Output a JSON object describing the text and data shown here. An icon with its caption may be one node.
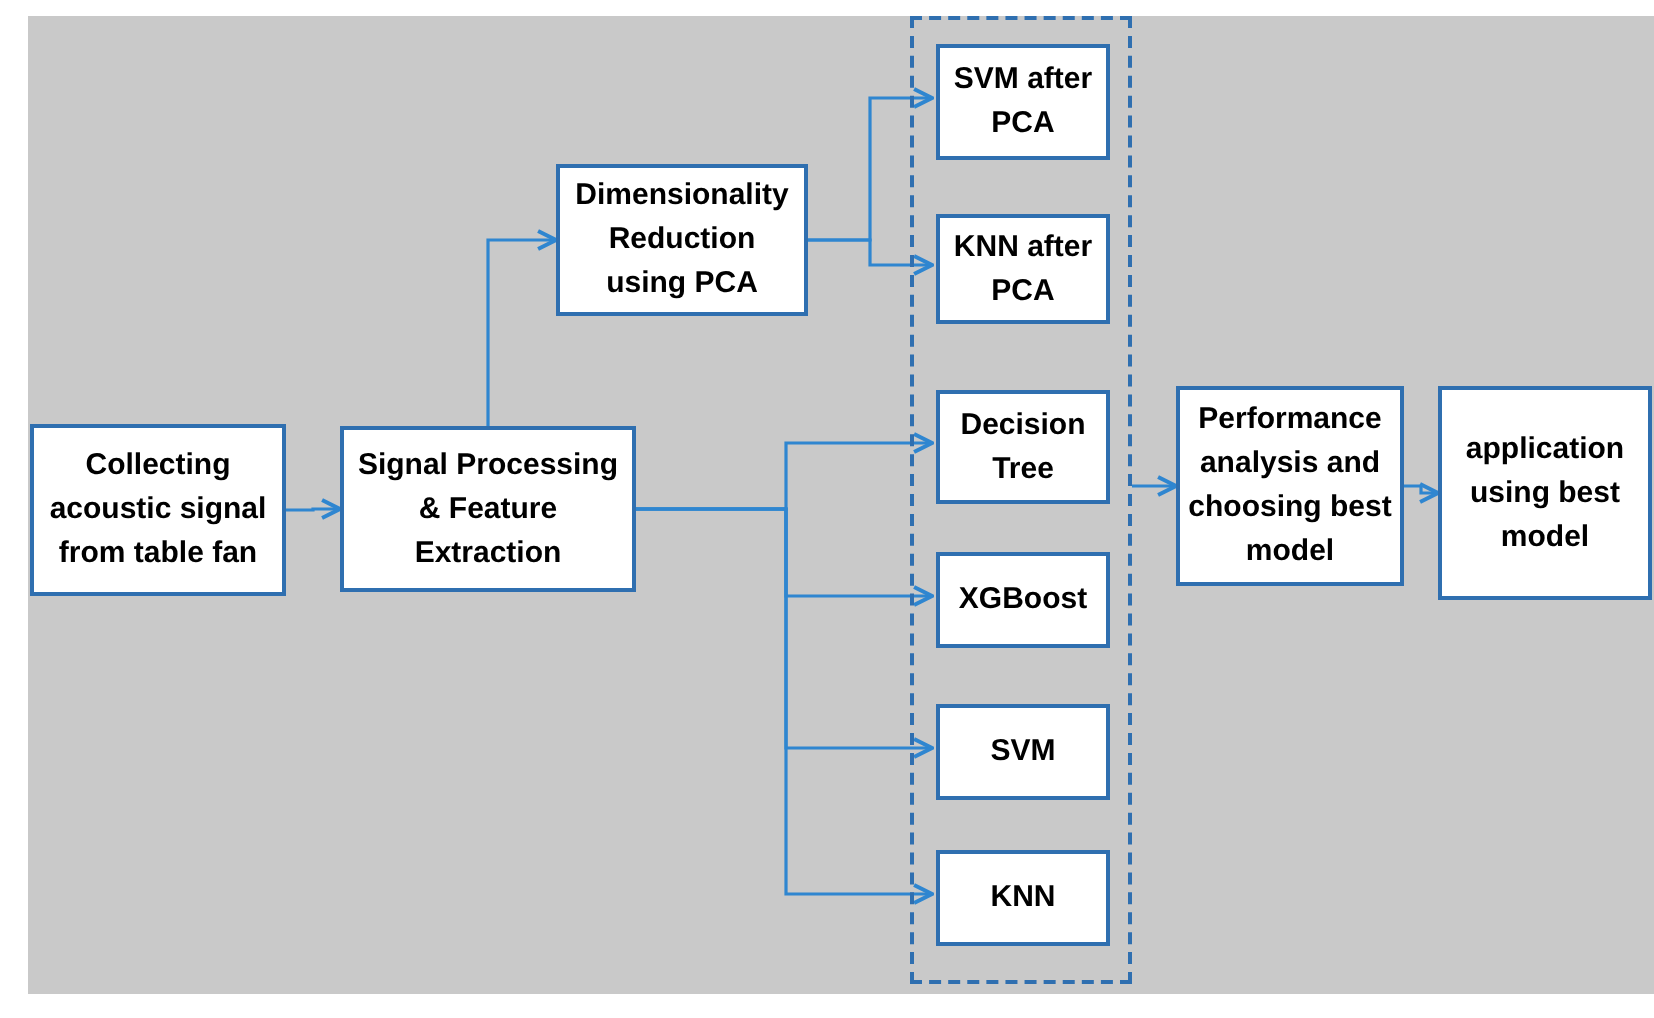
{
  "diagram": {
    "nodes": [
      {
        "text": [
          "Collecting acoustic signal from table fan"
        ]
      },
      {
        "text": [
          "Signal Processing & Feature Extraction"
        ]
      },
      {
        "text": [
          "Dimensionality Reduction using PCA"
        ]
      },
      {
        "text": [],
        "shape": "box"
      },
      {
        "text": [
          "SVM after PCA"
        ],
        "in": 3
      },
      {
        "text": [
          "KNN after PCA"
        ],
        "in": 3
      },
      {
        "text": [
          "Decision Tree"
        ],
        "in": 3
      },
      {
        "text": [
          "XGBoost"
        ],
        "in": 3
      },
      {
        "text": [
          "SVM"
        ],
        "in": 3
      },
      {
        "text": [
          "KNN"
        ],
        "in": 3
      },
      {
        "text": [
          "Performance analysis and choosing best model"
        ]
      },
      {
        "text": [
          "application using best model"
        ]
      }
    ],
    "edges": [
      {
        "from": 0,
        "to": 1,
        "arrow": "to"
      },
      {
        "from": 1,
        "to": 2,
        "arrow": "to"
      },
      {
        "from": 2,
        "to": 4,
        "arrow": "to"
      },
      {
        "from": 2,
        "to": 5,
        "arrow": "to"
      },
      {
        "from": 1,
        "to": 6,
        "arrow": "to"
      },
      {
        "from": 1,
        "to": 7,
        "arrow": "to"
      },
      {
        "from": 1,
        "to": 8,
        "arrow": "to"
      },
      {
        "from": 1,
        "to": 9,
        "arrow": "to"
      },
      {
        "from": 3,
        "to": 10,
        "arrow": "to"
      },
      {
        "from": 10,
        "to": 11,
        "arrow": "to"
      }
    ]
  }
}
